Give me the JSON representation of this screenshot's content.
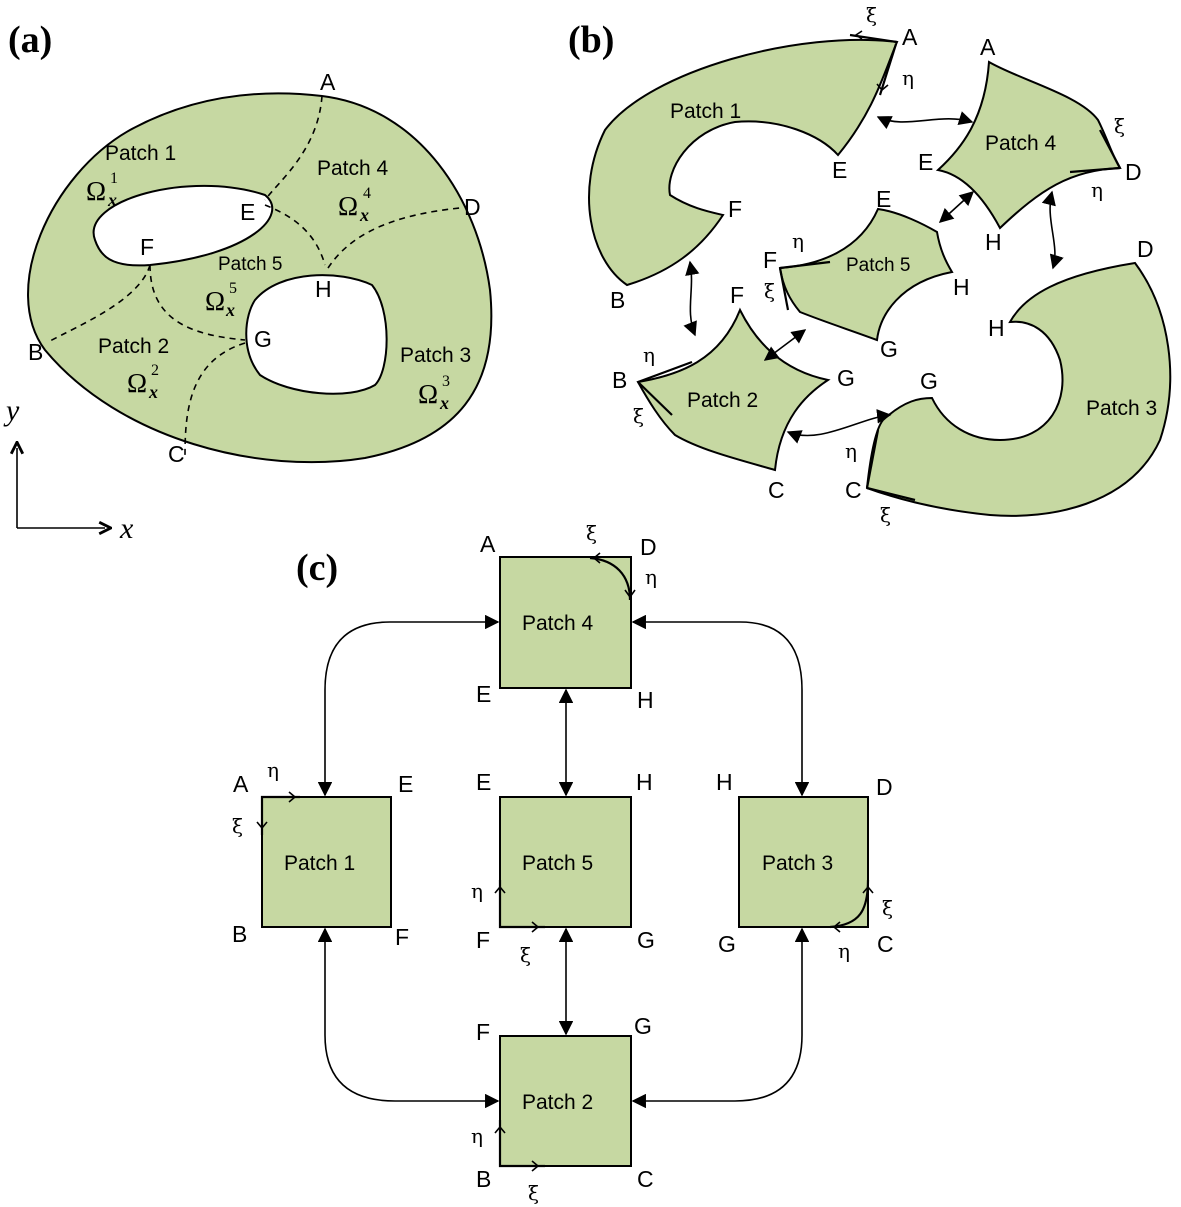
{
  "panels": {
    "a": "(a)",
    "b": "(b)",
    "c": "(c)"
  },
  "patch_labels": {
    "p1": "Patch 1",
    "p2": "Patch 2",
    "p3": "Patch 3",
    "p4": "Patch 4",
    "p5": "Patch 5"
  },
  "points": {
    "A": "A",
    "B": "B",
    "C": "C",
    "D": "D",
    "E": "E",
    "F": "F",
    "G": "G",
    "H": "H"
  },
  "domains": {
    "omega": "Ω",
    "sub": "x",
    "sup1": "1",
    "sup2": "2",
    "sup3": "3",
    "sup4": "4",
    "sup5": "5"
  },
  "axes": {
    "x": "x",
    "y": "y"
  },
  "param": {
    "xi": "ξ",
    "eta": "η"
  },
  "colors": {
    "patch_fill": "#c6d8a2",
    "stroke": "#000000"
  }
}
